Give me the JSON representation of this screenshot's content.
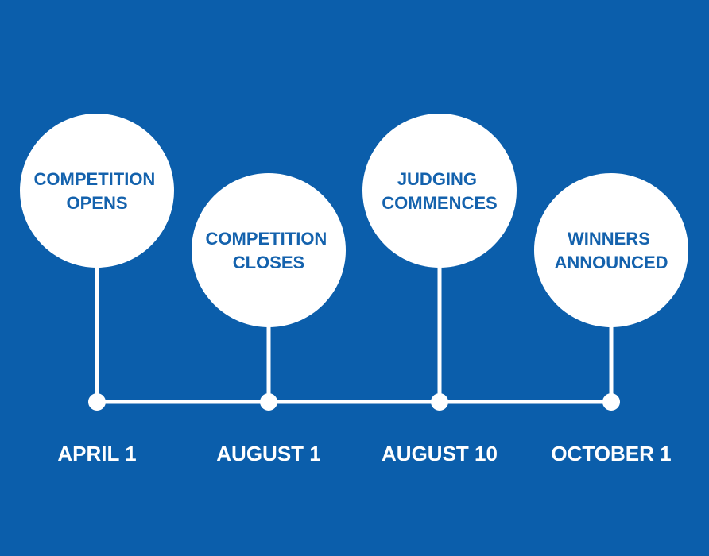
{
  "colors": {
    "background": "#0b5eab",
    "circle_fill": "#ffffff",
    "line": "#ffffff",
    "milestone_text": "#1462ad",
    "date_text": "#ffffff"
  },
  "milestones": [
    {
      "title_lines": [
        "COMPETITION",
        "OPENS"
      ],
      "date": "APRIL 1"
    },
    {
      "title_lines": [
        "COMPETITION",
        "CLOSES"
      ],
      "date": "AUGUST 1"
    },
    {
      "title_lines": [
        "JUDGING",
        "COMMENCES"
      ],
      "date": "AUGUST 10"
    },
    {
      "title_lines": [
        "WINNERS",
        "ANNOUNCED"
      ],
      "date": "OCTOBER 1"
    }
  ]
}
